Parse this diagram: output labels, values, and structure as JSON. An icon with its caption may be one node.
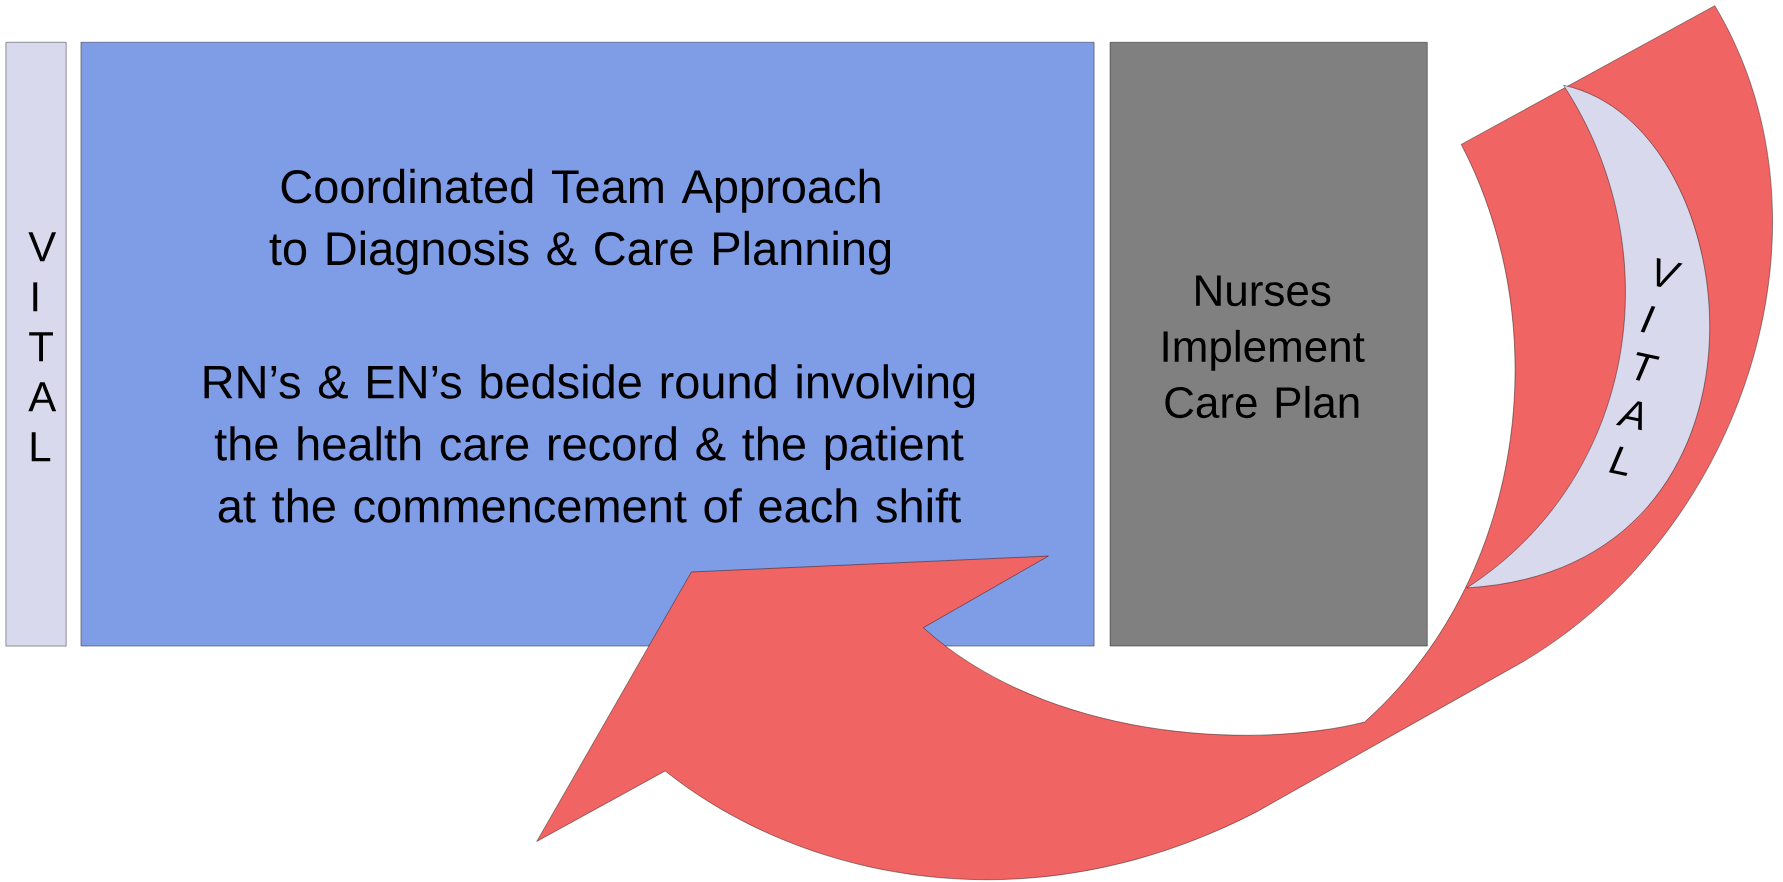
{
  "diagram": {
    "nodes": [
      {
        "text": [
          "V I T A L"
        ]
      },
      {
        "text": [
          "Coordinated Team Approach to Diagnosis & Care Planning",
          "RN’s & EN’s bedside round involving the health care record & the patient at the commencement of each shift"
        ]
      },
      {
        "text": [
          "Nurses Implement Care Plan"
        ]
      },
      {
        "text": [
          "V I T A L"
        ]
      }
    ]
  }
}
